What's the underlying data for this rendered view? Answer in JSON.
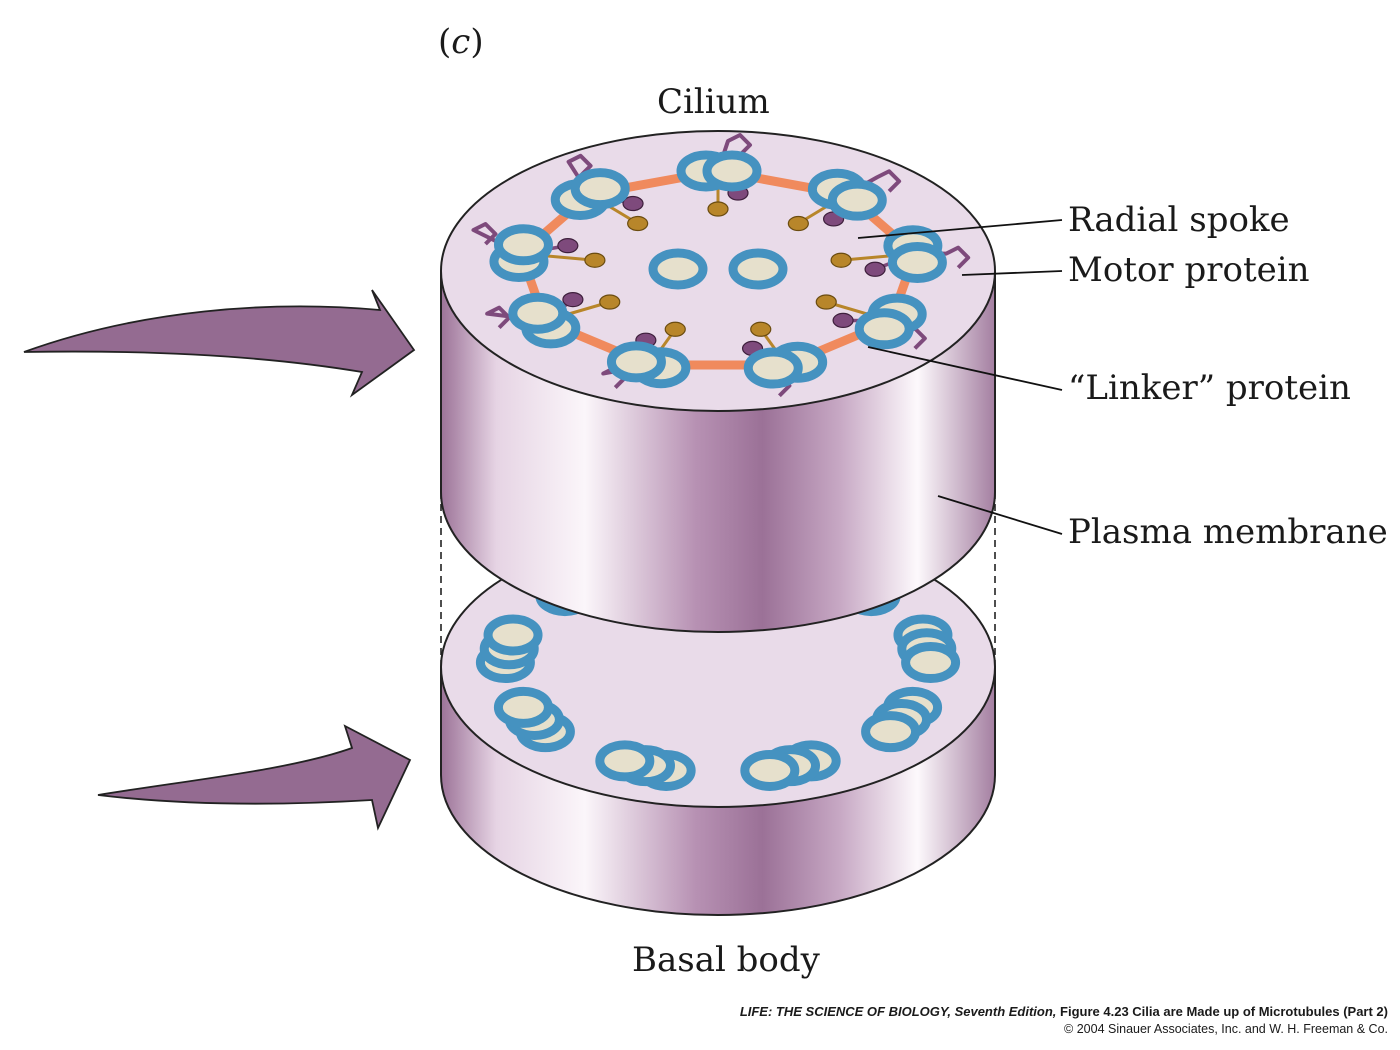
{
  "panel": {
    "open": "(",
    "letter": "c",
    "close": ")"
  },
  "labels": {
    "cilium": "Cilium",
    "basal_body": "Basal body",
    "radial_spoke": "Radial spoke",
    "motor_protein": "Motor protein",
    "linker_protein": "“Linker” protein",
    "plasma_membrane": "Plasma membrane"
  },
  "credit": {
    "book": "LIFE: THE SCIENCE OF BIOLOGY, Seventh Edition,",
    "figure": " Figure 4.23 Cilia are Made up of Microtubules (Part 2)",
    "copyright": "© 2004 Sinauer Associates, Inc. and W. H. Freeman & Co."
  },
  "colors": {
    "cylinder_dark": "#9c7398",
    "cylinder_light": "#f2e9f1",
    "top_face": "#e9dbe9",
    "microtubule": "#4592c0",
    "microtubule_core": "#e6e0cc",
    "linker": "#f08a5d",
    "motor": "#7e4a7c",
    "spoke": "#b8862a",
    "arrow": "#946b91"
  }
}
